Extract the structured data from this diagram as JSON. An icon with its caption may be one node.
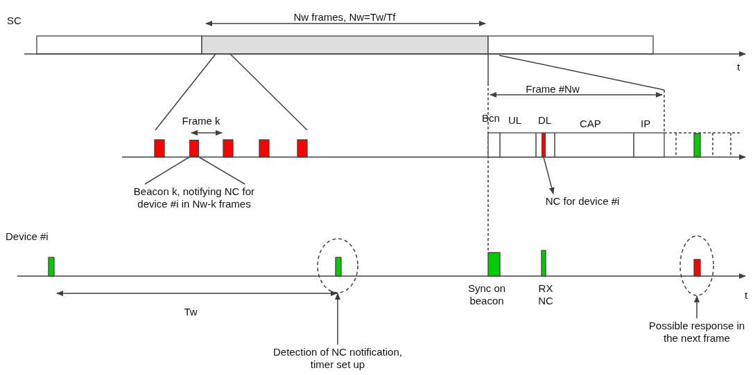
{
  "diagram": {
    "nodes": [
      {
        "text": [],
        "shape": "bar"
      },
      {
        "text": [],
        "shape": "bar"
      },
      {
        "text": [
          "Beacon k, notifying NC for device #i in Nw-k frames"
        ]
      },
      {
        "text": [
          "NC for device #i"
        ]
      },
      {
        "text": [],
        "shape": "ellipse"
      },
      {
        "text": [],
        "shape": "ellipse"
      },
      {
        "text": [
          "Detection of NC notification, timer set up"
        ]
      },
      {
        "text": [
          "Possible response in the next frame"
        ]
      }
    ],
    "edges": [
      {
        "from": 2,
        "to": 0,
        "arrow": "none"
      },
      {
        "from": 2,
        "to": 0,
        "arrow": "none"
      },
      {
        "from": 1,
        "to": 3,
        "arrow": "to"
      },
      {
        "from": 6,
        "to": 4,
        "arrow": "to"
      },
      {
        "from": 7,
        "to": 5,
        "arrow": "to"
      }
    ],
    "labels": [
      "SC",
      "Nw frames, Nw=Tw/Tf",
      "t",
      "Frame k",
      "Frame #Nw",
      "Bcn",
      "UL",
      "DL",
      "CAP",
      "IP",
      "Device #i",
      "t",
      "Sync on beacon",
      "RX NC",
      "Tw"
    ]
  }
}
